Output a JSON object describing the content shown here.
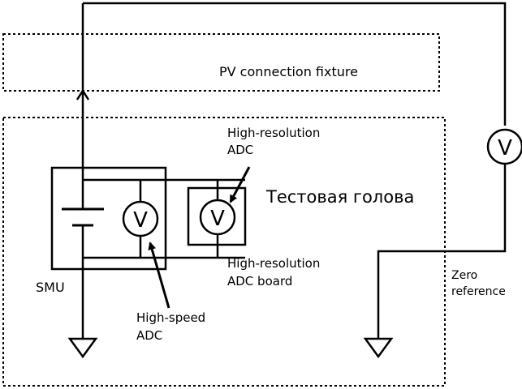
{
  "labels": {
    "fixture": "PV connection fixture",
    "hi_res_adc": [
      "High-resolution",
      "ADC"
    ],
    "test_head": "Тестовая голова",
    "hi_res_board": [
      "High-resolution",
      "ADC board"
    ],
    "smu": "SMU",
    "high_speed_adc": [
      "High-speed",
      "ADC"
    ],
    "zero_reference": [
      "Zero",
      "reference"
    ],
    "voltmeter_symbol": "V"
  }
}
